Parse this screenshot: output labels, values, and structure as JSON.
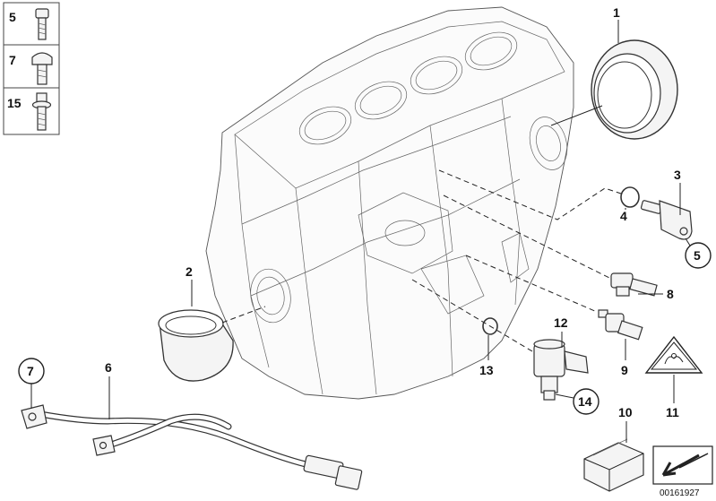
{
  "legend": {
    "items": [
      {
        "num": "5",
        "icon": "socket-head-bolt-icon"
      },
      {
        "num": "7",
        "icon": "hex-bolt-icon"
      },
      {
        "num": "15",
        "icon": "flange-bolt-icon"
      }
    ]
  },
  "callouts": {
    "c1": "1",
    "c2": "2",
    "c3": "3",
    "c4": "4",
    "c5": "5",
    "c6": "6",
    "c7": "7",
    "c8": "8",
    "c9": "9",
    "c10": "10",
    "c11": "11",
    "c12": "12",
    "c13": "13",
    "c14": "14"
  },
  "catalog_number": "00161927",
  "colors": {
    "line": "#222222",
    "part_fill": "#f4f4f4",
    "background": "#ffffff"
  }
}
